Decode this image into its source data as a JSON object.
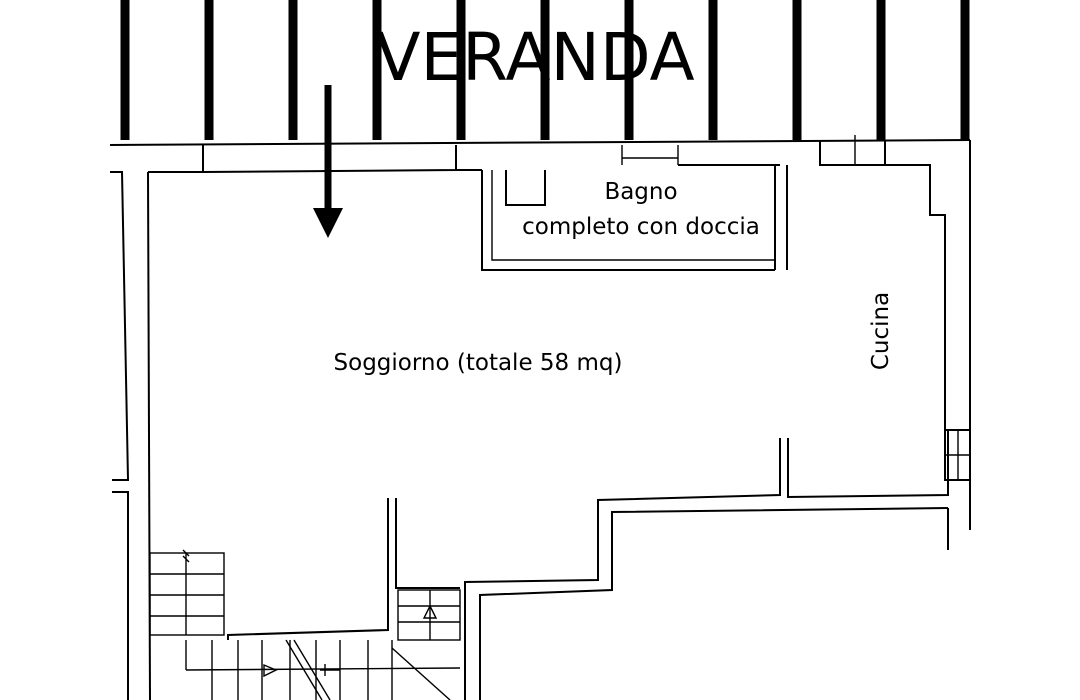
{
  "labels": {
    "veranda": "VERANDA",
    "bagno_line1": "Bagno",
    "bagno_line2": "completo con doccia",
    "soggiorno": "Soggiorno (totale 58 mq)",
    "cucina": "Cucina"
  },
  "colors": {
    "ink": "#000000",
    "paper": "#ffffff"
  }
}
